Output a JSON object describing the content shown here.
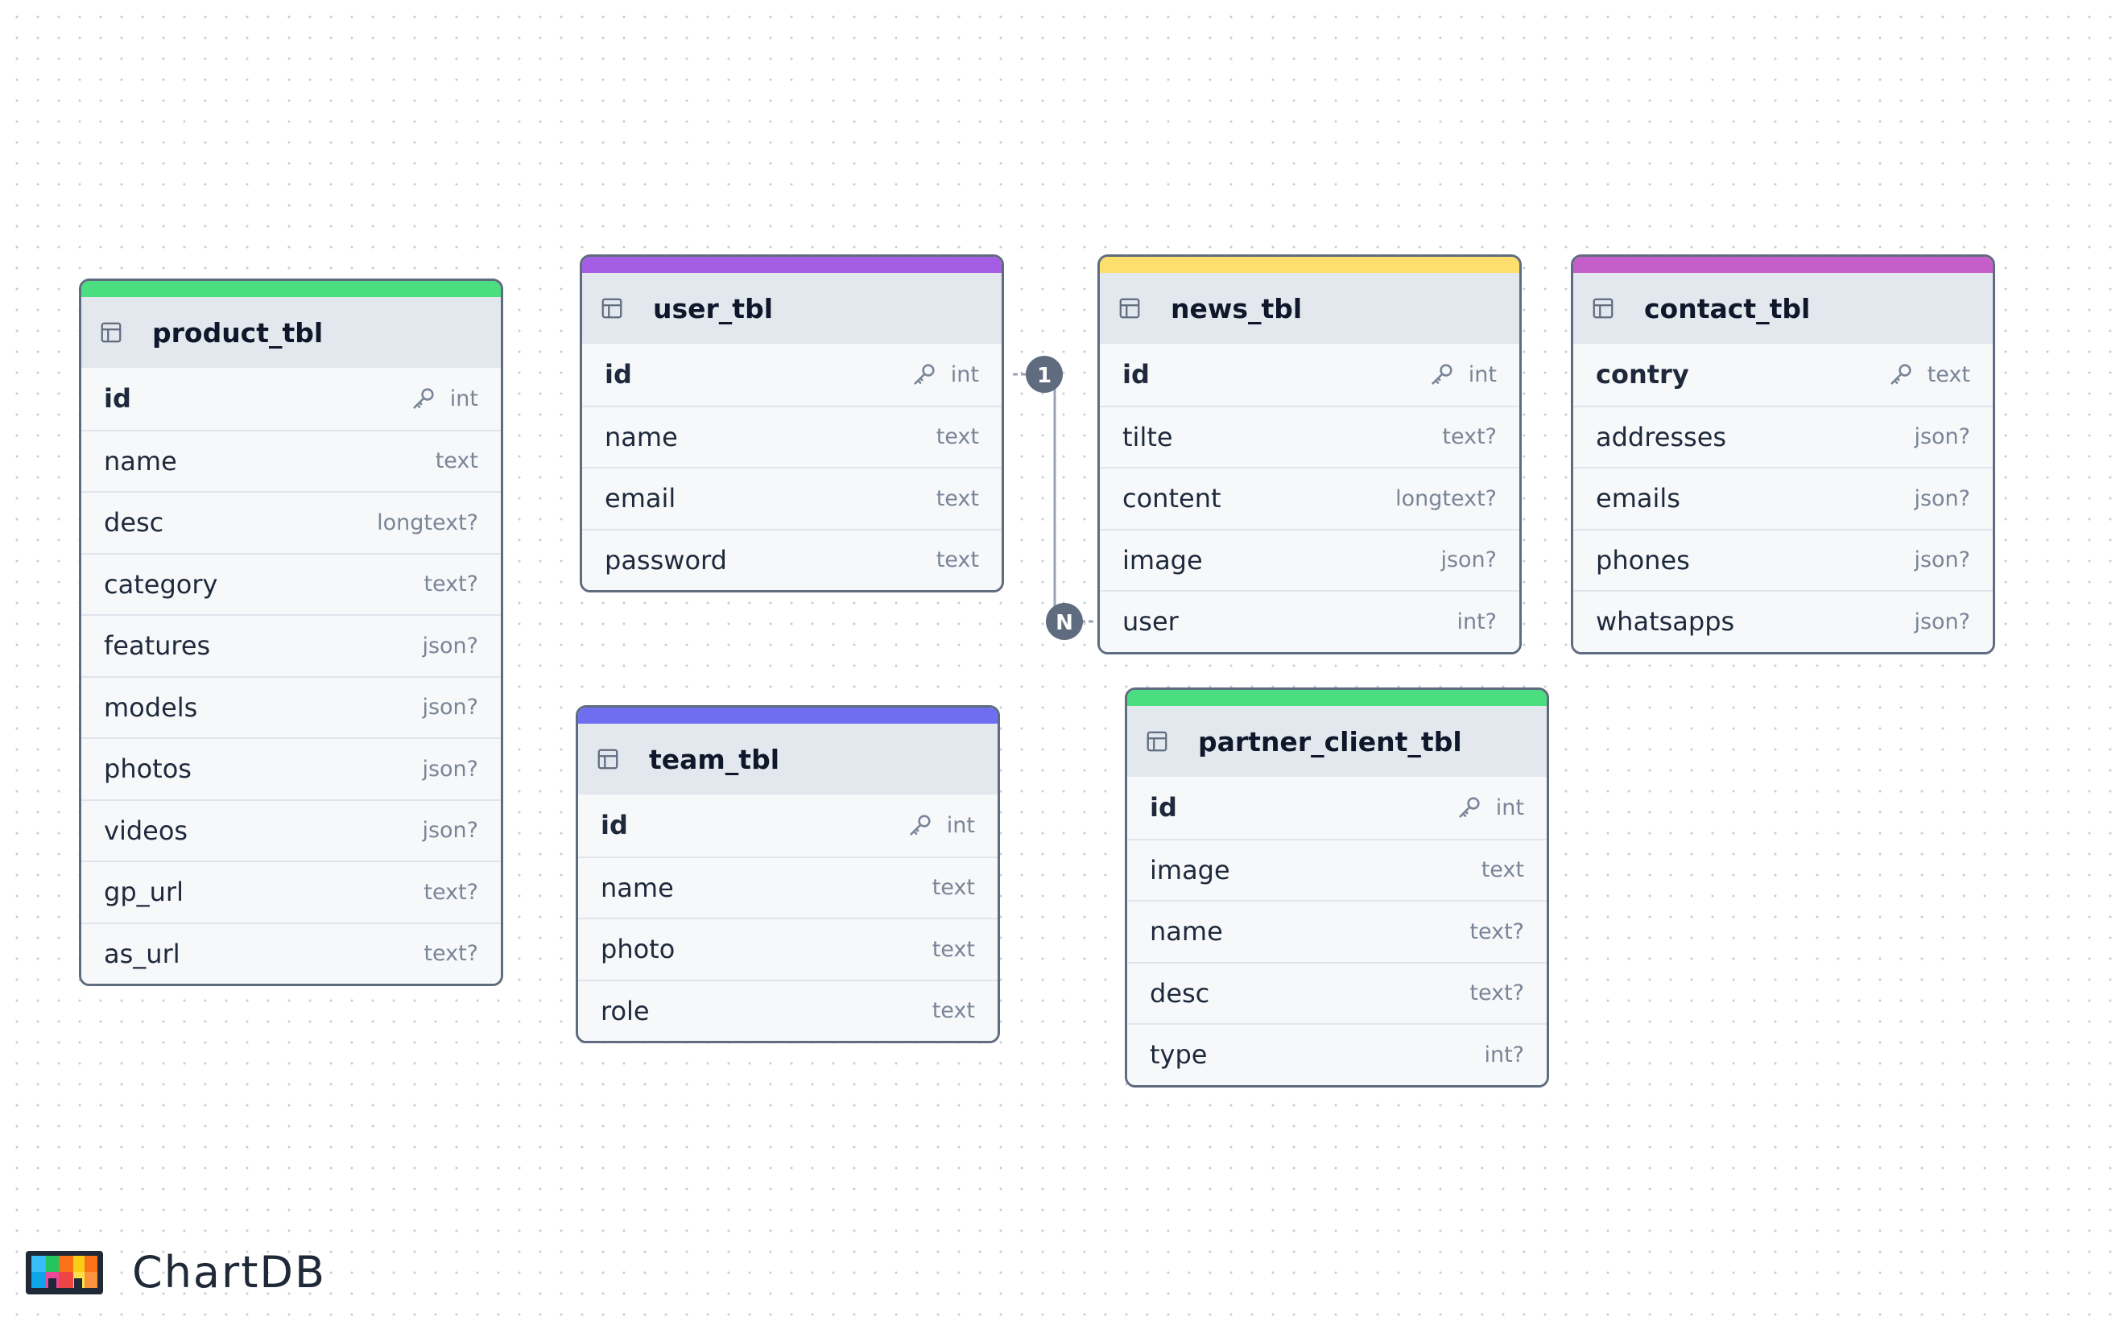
{
  "brand": {
    "name": "ChartDB"
  },
  "colors": {
    "product_tbl": "#4ade80",
    "user_tbl": "#a45ee5",
    "news_tbl": "#fcdf6c",
    "contact_tbl": "#c45ec9",
    "team_tbl": "#6f6ef0",
    "partner_client_tbl": "#4ade80"
  },
  "tables": {
    "product_tbl": {
      "name": "product_tbl",
      "fields": [
        {
          "name": "id",
          "type": "int"
        },
        {
          "name": "name",
          "type": "text"
        },
        {
          "name": "desc",
          "type": "longtext?"
        },
        {
          "name": "category",
          "type": "text?"
        },
        {
          "name": "features",
          "type": "json?"
        },
        {
          "name": "models",
          "type": "json?"
        },
        {
          "name": "photos",
          "type": "json?"
        },
        {
          "name": "videos",
          "type": "json?"
        },
        {
          "name": "gp_url",
          "type": "text?"
        },
        {
          "name": "as_url",
          "type": "text?"
        }
      ]
    },
    "user_tbl": {
      "name": "user_tbl",
      "fields": [
        {
          "name": "id",
          "type": "int"
        },
        {
          "name": "name",
          "type": "text"
        },
        {
          "name": "email",
          "type": "text"
        },
        {
          "name": "password",
          "type": "text"
        }
      ]
    },
    "news_tbl": {
      "name": "news_tbl",
      "fields": [
        {
          "name": "id",
          "type": "int"
        },
        {
          "name": "tilte",
          "type": "text?"
        },
        {
          "name": "content",
          "type": "longtext?"
        },
        {
          "name": "image",
          "type": "json?"
        },
        {
          "name": "user",
          "type": "int?"
        }
      ]
    },
    "contact_tbl": {
      "name": "contact_tbl",
      "fields": [
        {
          "name": "contry",
          "type": "text"
        },
        {
          "name": "addresses",
          "type": "json?"
        },
        {
          "name": "emails",
          "type": "json?"
        },
        {
          "name": "phones",
          "type": "json?"
        },
        {
          "name": "whatsapps",
          "type": "json?"
        }
      ]
    },
    "team_tbl": {
      "name": "team_tbl",
      "fields": [
        {
          "name": "id",
          "type": "int"
        },
        {
          "name": "name",
          "type": "text"
        },
        {
          "name": "photo",
          "type": "text"
        },
        {
          "name": "role",
          "type": "text"
        }
      ]
    },
    "partner_client_tbl": {
      "name": "partner_client_tbl",
      "fields": [
        {
          "name": "id",
          "type": "int"
        },
        {
          "name": "image",
          "type": "text"
        },
        {
          "name": "name",
          "type": "text?"
        },
        {
          "name": "desc",
          "type": "text?"
        },
        {
          "name": "type",
          "type": "int?"
        }
      ]
    }
  },
  "relationship": {
    "from_label": "1",
    "to_label": "N"
  }
}
